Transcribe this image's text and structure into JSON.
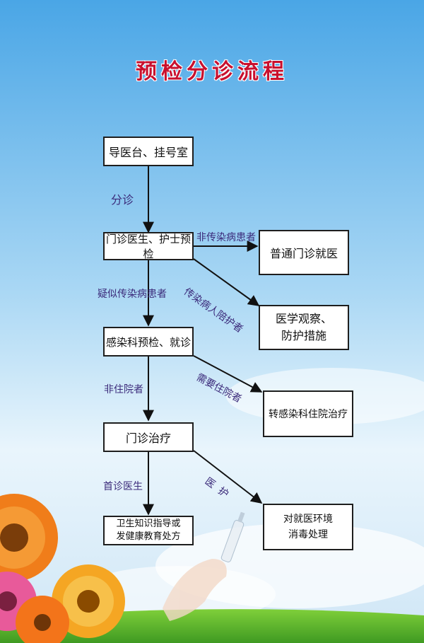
{
  "title": "预检分诊流程",
  "nodes": {
    "reception": "导医台、挂号室",
    "pre_check": "门诊医生、护士预检",
    "general_clinic": "普通门诊就医",
    "observation_line1": "医学观察、",
    "observation_line2": "防护措施",
    "infection_dept": "感染科预检、就诊",
    "transfer_inpatient": "转感染科住院治疗",
    "outpatient_treatment": "门诊治疗",
    "health_guidance_line1": "卫生知识指导或",
    "health_guidance_line2": "发健康教育处方",
    "disinfection_line1": "对就医环境",
    "disinfection_line2": "消毒处理"
  },
  "edge_labels": {
    "triage": "分诊",
    "non_infectious": "非传染病患者",
    "companion": "传染病人陪护者",
    "suspected": "疑似传染病患者",
    "need_hospitalization": "需要住院者",
    "non_inpatient": "非住院者",
    "first_doctor": "首诊医生",
    "nurse": "医  护"
  },
  "colors": {
    "title": "#c8102e",
    "edge_label": "#3b2a7a",
    "sky_top": "#4aa6e6",
    "grass": "#4caf2c"
  }
}
